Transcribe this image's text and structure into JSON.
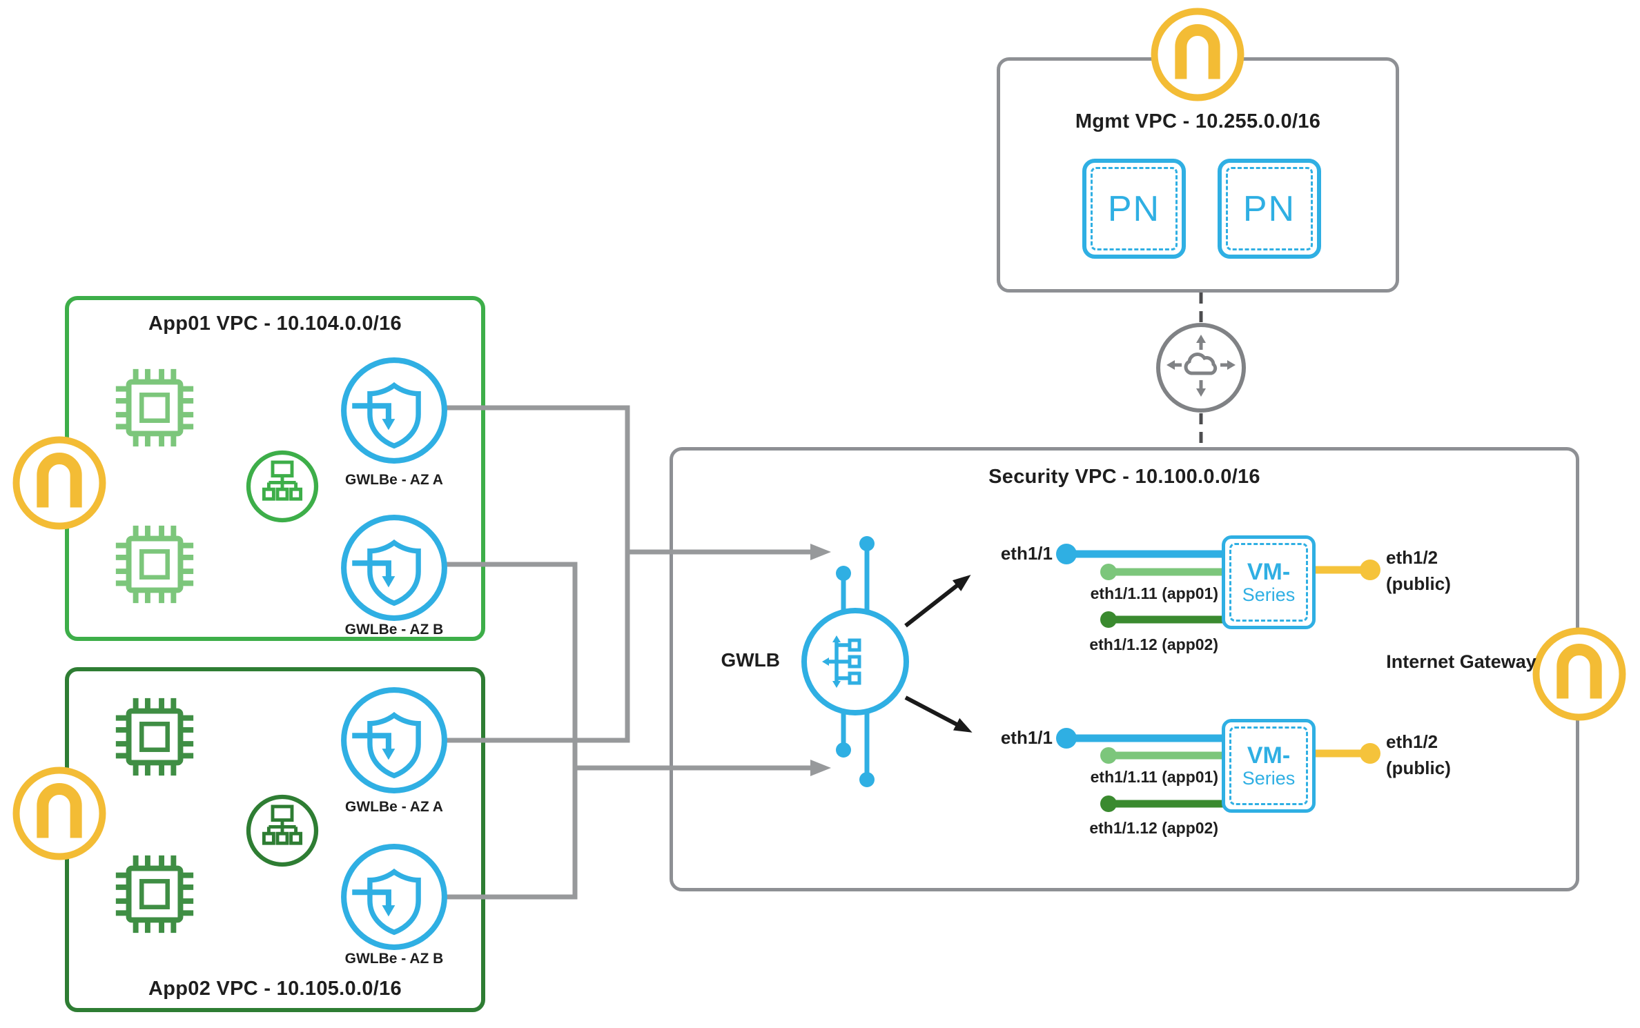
{
  "mgmt_vpc": {
    "title": "Mgmt VPC - 10.255.0.0/16",
    "pn_label": "PN"
  },
  "app01_vpc": {
    "title": "App01 VPC - 10.104.0.0/16",
    "gwlbe_az_a": "GWLBe - AZ A",
    "gwlbe_az_b": "GWLBe - AZ B"
  },
  "app02_vpc": {
    "title": "App02 VPC - 10.105.0.0/16",
    "gwlbe_az_a": "GWLBe - AZ A",
    "gwlbe_az_b": "GWLBe - AZ B"
  },
  "security_vpc": {
    "title": "Security VPC - 10.100.0.0/16",
    "gwlb_label": "GWLB",
    "internet_gateway_label": "Internet Gateway",
    "vm_series_line1": "VM-",
    "vm_series_line2": "Series",
    "eth1_1": "eth1/1",
    "eth1_1_11": "eth1/1.11 (app01)",
    "eth1_1_12": "eth1/1.12 (app02)",
    "eth1_2": "eth1/2",
    "eth1_2_note": "(public)"
  },
  "icons": [
    "pan-arch-icon",
    "cpu-chip-icon",
    "subnet-router-icon",
    "gwlbe-shield-icon",
    "gwlb-icon",
    "transit-gateway-icon"
  ],
  "colors": {
    "pan_blue": "#2FAFE3",
    "pan_yellow": "#F3BC35",
    "green_light": "#7CC67B",
    "green_bright": "#3DAE49",
    "green_medium": "#3F8E44",
    "green_dark": "#2E7D33",
    "box_gray": "#8E9094",
    "connector_gray": "#97999B",
    "dashed_dark": "#4D4D4F",
    "arrow_black": "#1A1A1A",
    "text_dark": "#1E1E1E"
  }
}
